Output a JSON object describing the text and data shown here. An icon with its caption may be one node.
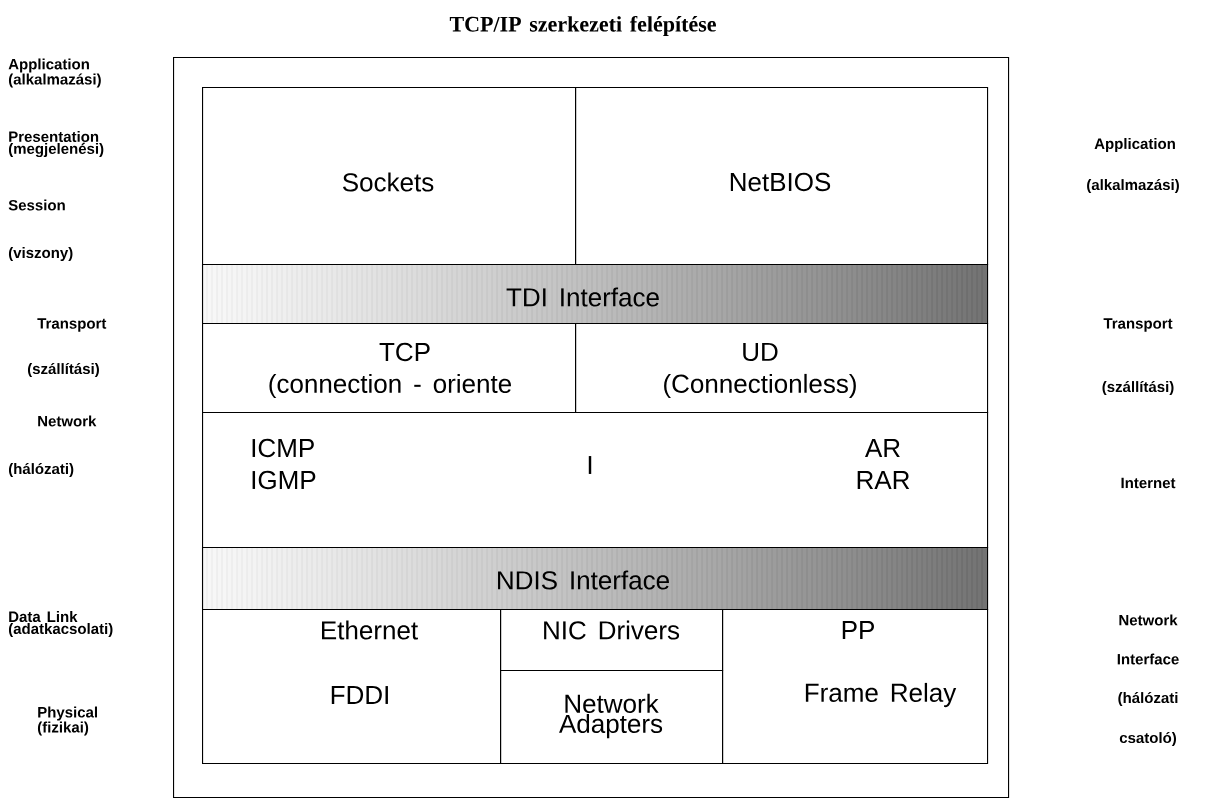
{
  "diagram": {
    "title": "TCP/IP szerkezeti felépítése",
    "nodes": [
      {
        "text": [],
        "shape": "box"
      },
      {
        "text": [
          "Sockets"
        ],
        "in": 0
      },
      {
        "text": [
          "NetBIOS"
        ],
        "in": 0
      },
      {
        "text": [
          "TDI Interface"
        ],
        "in": 0
      },
      {
        "text": [
          "TCP",
          "(connection - oriente"
        ],
        "in": 0
      },
      {
        "text": [
          "UD",
          "(Connectionless)"
        ],
        "in": 0
      },
      {
        "text": [
          "ICMP",
          "IGMP",
          "I",
          "AR",
          "RAR"
        ],
        "in": 0
      },
      {
        "text": [
          "NDIS Interface"
        ],
        "in": 0
      },
      {
        "text": [
          "Ethernet",
          "FDDI"
        ],
        "in": 0
      },
      {
        "text": [
          "NIC Drivers"
        ],
        "in": 0
      },
      {
        "text": [
          "Network Adapters"
        ],
        "in": 0
      },
      {
        "text": [
          "PP",
          "Frame Relay"
        ],
        "in": 0
      }
    ],
    "labels": [
      "Application (alkalmazási)",
      "Presentation (megjelenési)",
      "Session",
      "(viszony)",
      "Transport",
      "(szállítási)",
      "Network",
      "(hálózati)",
      "Data Link (adatkacsolati)",
      "Physical (fizikai)",
      "Application",
      "(alkalmazási)",
      "Transport",
      "(szállítási)",
      "Internet",
      "Network",
      "Interface",
      "(hálózati",
      "csatoló)"
    ]
  }
}
